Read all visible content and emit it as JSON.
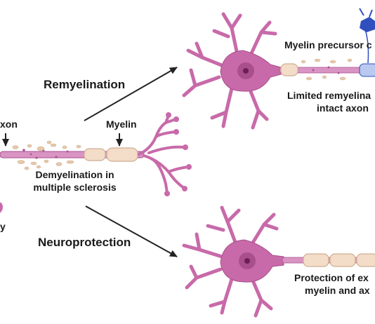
{
  "labels": {
    "remyelination": "Remyelination",
    "neuroprotection": "Neuroprotection",
    "myelin": "Myelin",
    "axon": "xon",
    "body_partial": "y",
    "demyelination_line1": "Demyelination in",
    "demyelination_line2": "multiple sclerosis",
    "precursor": "Myelin precursor c",
    "limited_line1": "Limited remyelina",
    "limited_line2": "intact axon",
    "protection_line1": "Protection of ex",
    "protection_line2": "myelin and ax"
  },
  "colors": {
    "neuron_fill": "#c86aa9",
    "neuron_stroke": "#a84f8c",
    "nucleus": "#8f2f72",
    "myelin_fill": "#f3ddc8",
    "myelin_stroke": "#cfae94",
    "debris": "#e6c9a9",
    "precursor_cell": "#2f4fbf",
    "new_myelin": "#b9c9ef",
    "arrow": "#222222"
  }
}
